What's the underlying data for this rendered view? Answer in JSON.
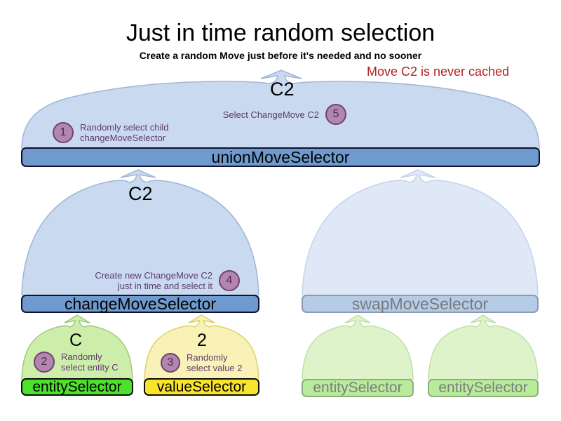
{
  "title": "Just in time random selection",
  "subtitle": "Create a random Move just before it's needed and no sooner",
  "warning_note": "Move C2 is never cached",
  "selectors": {
    "union": {
      "label": "unionMoveSelector",
      "output": "C2"
    },
    "change": {
      "label": "changeMoveSelector",
      "output": "C2"
    },
    "swap": {
      "label": "swapMoveSelector"
    },
    "entity": {
      "label": "entitySelector",
      "output": "C"
    },
    "value": {
      "label": "valueSelector",
      "output": "2"
    },
    "entity_faded_left": {
      "label": "entitySelector"
    },
    "entity_faded_right": {
      "label": "entitySelector"
    }
  },
  "steps": [
    {
      "num": "1",
      "line1": "Randomly select child",
      "line2": "changeMoveSelector"
    },
    {
      "num": "2",
      "line1": "Randomly",
      "line2": "select entity C"
    },
    {
      "num": "3",
      "line1": "Randomly",
      "line2": "select value 2"
    },
    {
      "num": "4",
      "line1": "Create new ChangeMove C2",
      "line2": "just in time and select it"
    },
    {
      "num": "5",
      "line1": "Select ChangeMove C2"
    }
  ],
  "colors": {
    "accent_red": "#b32222",
    "note_purple": "#5e3a70",
    "badge_fill": "#b286ae",
    "active_blue": "#6f9ace",
    "dome_blue": "#c9daf0",
    "active_green": "#4ce22b",
    "active_yellow": "#f8e42c"
  }
}
